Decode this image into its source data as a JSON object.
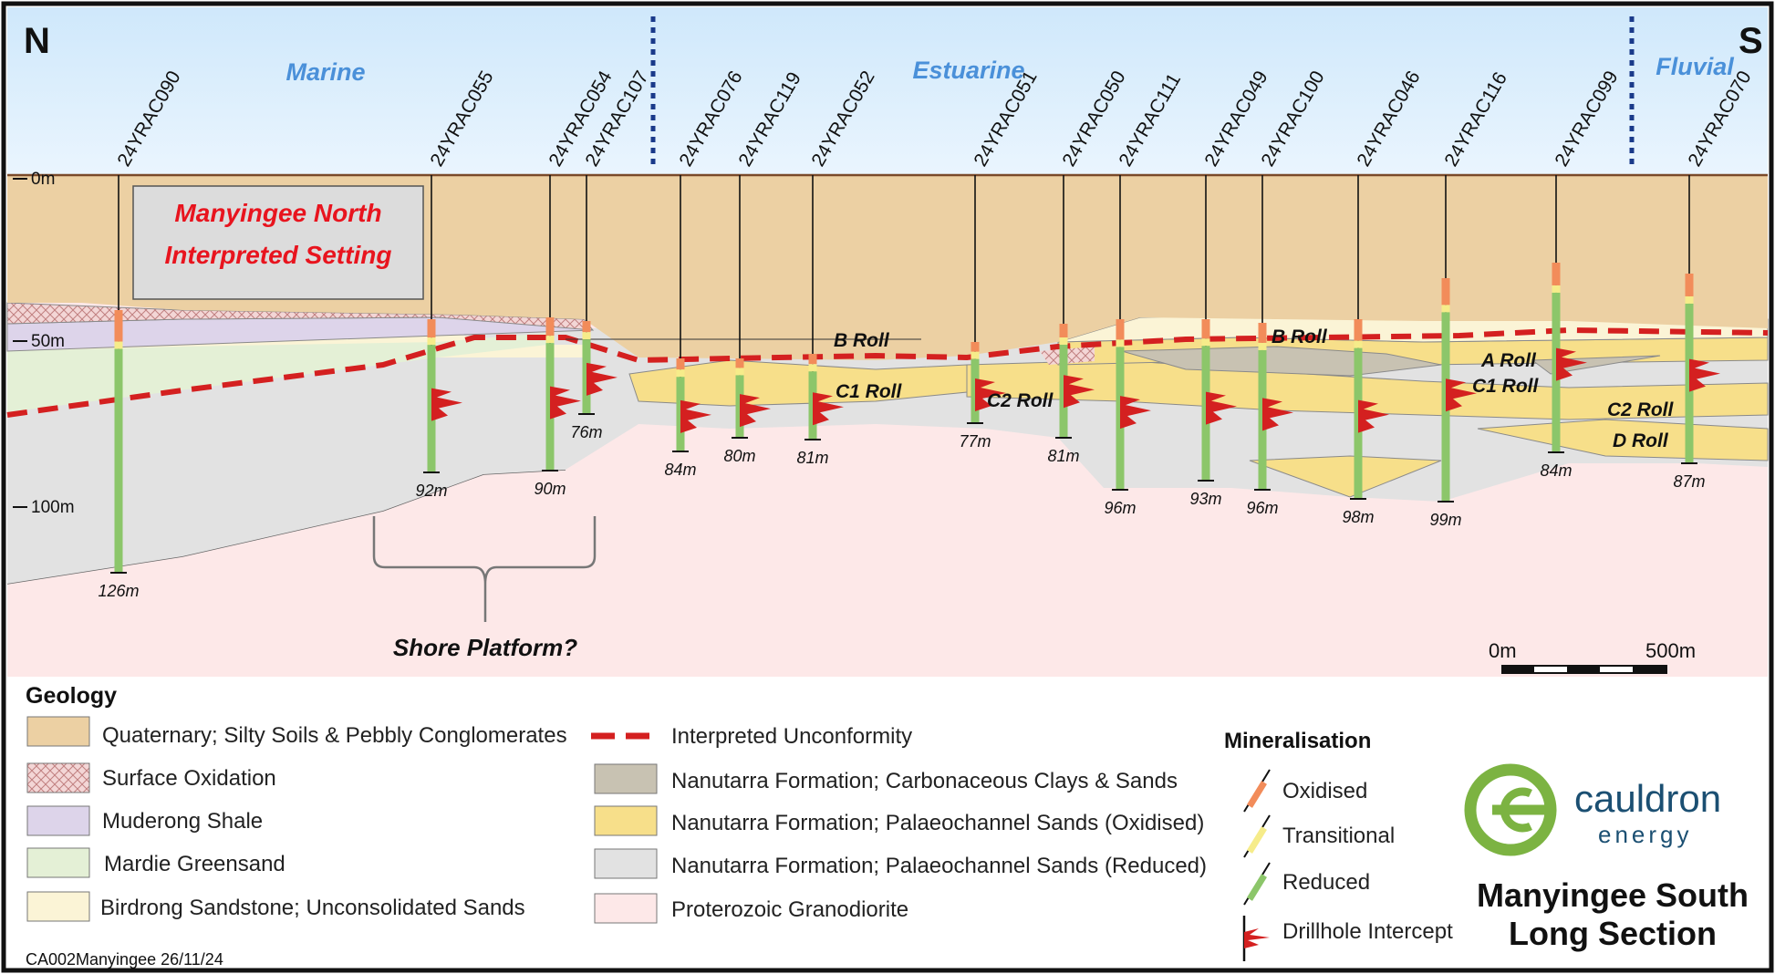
{
  "compass": {
    "north": "N",
    "south": "S"
  },
  "environments": [
    {
      "id": "marine",
      "label": "Marine"
    },
    {
      "id": "estuarine",
      "label": "Estuarine"
    },
    {
      "id": "fluvial",
      "label": "Fluvial"
    }
  ],
  "depth_scale": [
    "0m",
    "50m",
    "100m"
  ],
  "title_box": {
    "line1": "Manyingee North",
    "line2": "Interpreted Setting"
  },
  "shore_platform": "Shore Platform?",
  "drillholes": [
    {
      "id": "24YRAC090",
      "depth": "126m"
    },
    {
      "id": "24YRAC055",
      "depth": "92m"
    },
    {
      "id": "24YRAC054",
      "depth": "90m"
    },
    {
      "id": "24YRAC107",
      "depth": "76m"
    },
    {
      "id": "24YRAC076",
      "depth": "84m"
    },
    {
      "id": "24YRAC119",
      "depth": "80m"
    },
    {
      "id": "24YRAC052",
      "depth": "81m"
    },
    {
      "id": "24YRAC051",
      "depth": "77m"
    },
    {
      "id": "24YRAC050",
      "depth": "81m"
    },
    {
      "id": "24YRAC111",
      "depth": "96m"
    },
    {
      "id": "24YRAC049",
      "depth": "93m"
    },
    {
      "id": "24YRAC100",
      "depth": "96m"
    },
    {
      "id": "24YRAC046",
      "depth": "98m"
    },
    {
      "id": "24YRAC116",
      "depth": "99m"
    },
    {
      "id": "24YRAC099",
      "depth": "84m"
    },
    {
      "id": "24YRAC070",
      "depth": "87m"
    }
  ],
  "roll_fronts": [
    "B Roll",
    "C1 Roll",
    "C2 Roll",
    "B Roll",
    "A Roll",
    "C1 Roll",
    "C2 Roll",
    "D Roll"
  ],
  "scale_bar": {
    "start": "0m",
    "end": "500m"
  },
  "legend": {
    "geology_title": "Geology",
    "geology": [
      {
        "label": "Quaternary; Silty Soils & Pebbly Conglomerates",
        "color": "#ecd0a3"
      },
      {
        "label": "Surface Oxidation",
        "color": "#f3d6d6"
      },
      {
        "label": "Muderong Shale",
        "color": "#ddd4ea"
      },
      {
        "label": "Mardie Greensand",
        "color": "#e4f0d6"
      },
      {
        "label": "Birdrong Sandstone; Unconsolidated Sands",
        "color": "#fbf4d6"
      },
      {
        "label": "Interpreted Unconformity",
        "color": "#d42020"
      },
      {
        "label": "Nanutarra Formation; Carbonaceous Clays & Sands",
        "color": "#c8c2b2"
      },
      {
        "label": "Nanutarra Formation; Palaeochannel Sands (Oxidised)",
        "color": "#f7df8a"
      },
      {
        "label": "Nanutarra Formation; Palaeochannel Sands (Reduced)",
        "color": "#e2e2e2"
      },
      {
        "label": "Proterozoic Granodiorite",
        "color": "#fde8e8"
      }
    ],
    "mineralisation_title": "Mineralisation",
    "mineralisation": [
      {
        "label": "Oxidised",
        "color": "#f28c5a"
      },
      {
        "label": "Transitional",
        "color": "#f6ec8a"
      },
      {
        "label": "Reduced",
        "color": "#8cc66a"
      },
      {
        "label": "Drillhole Intercept",
        "color": "#d42020"
      }
    ]
  },
  "brand": {
    "name": "cauldron",
    "sub": "energy",
    "color": "#7cb342",
    "text_color": "#1b4f72"
  },
  "section_title": {
    "line1": "Manyingee South",
    "line2": "Long Section"
  },
  "footer": "CA002Manyingee 26/11/24"
}
